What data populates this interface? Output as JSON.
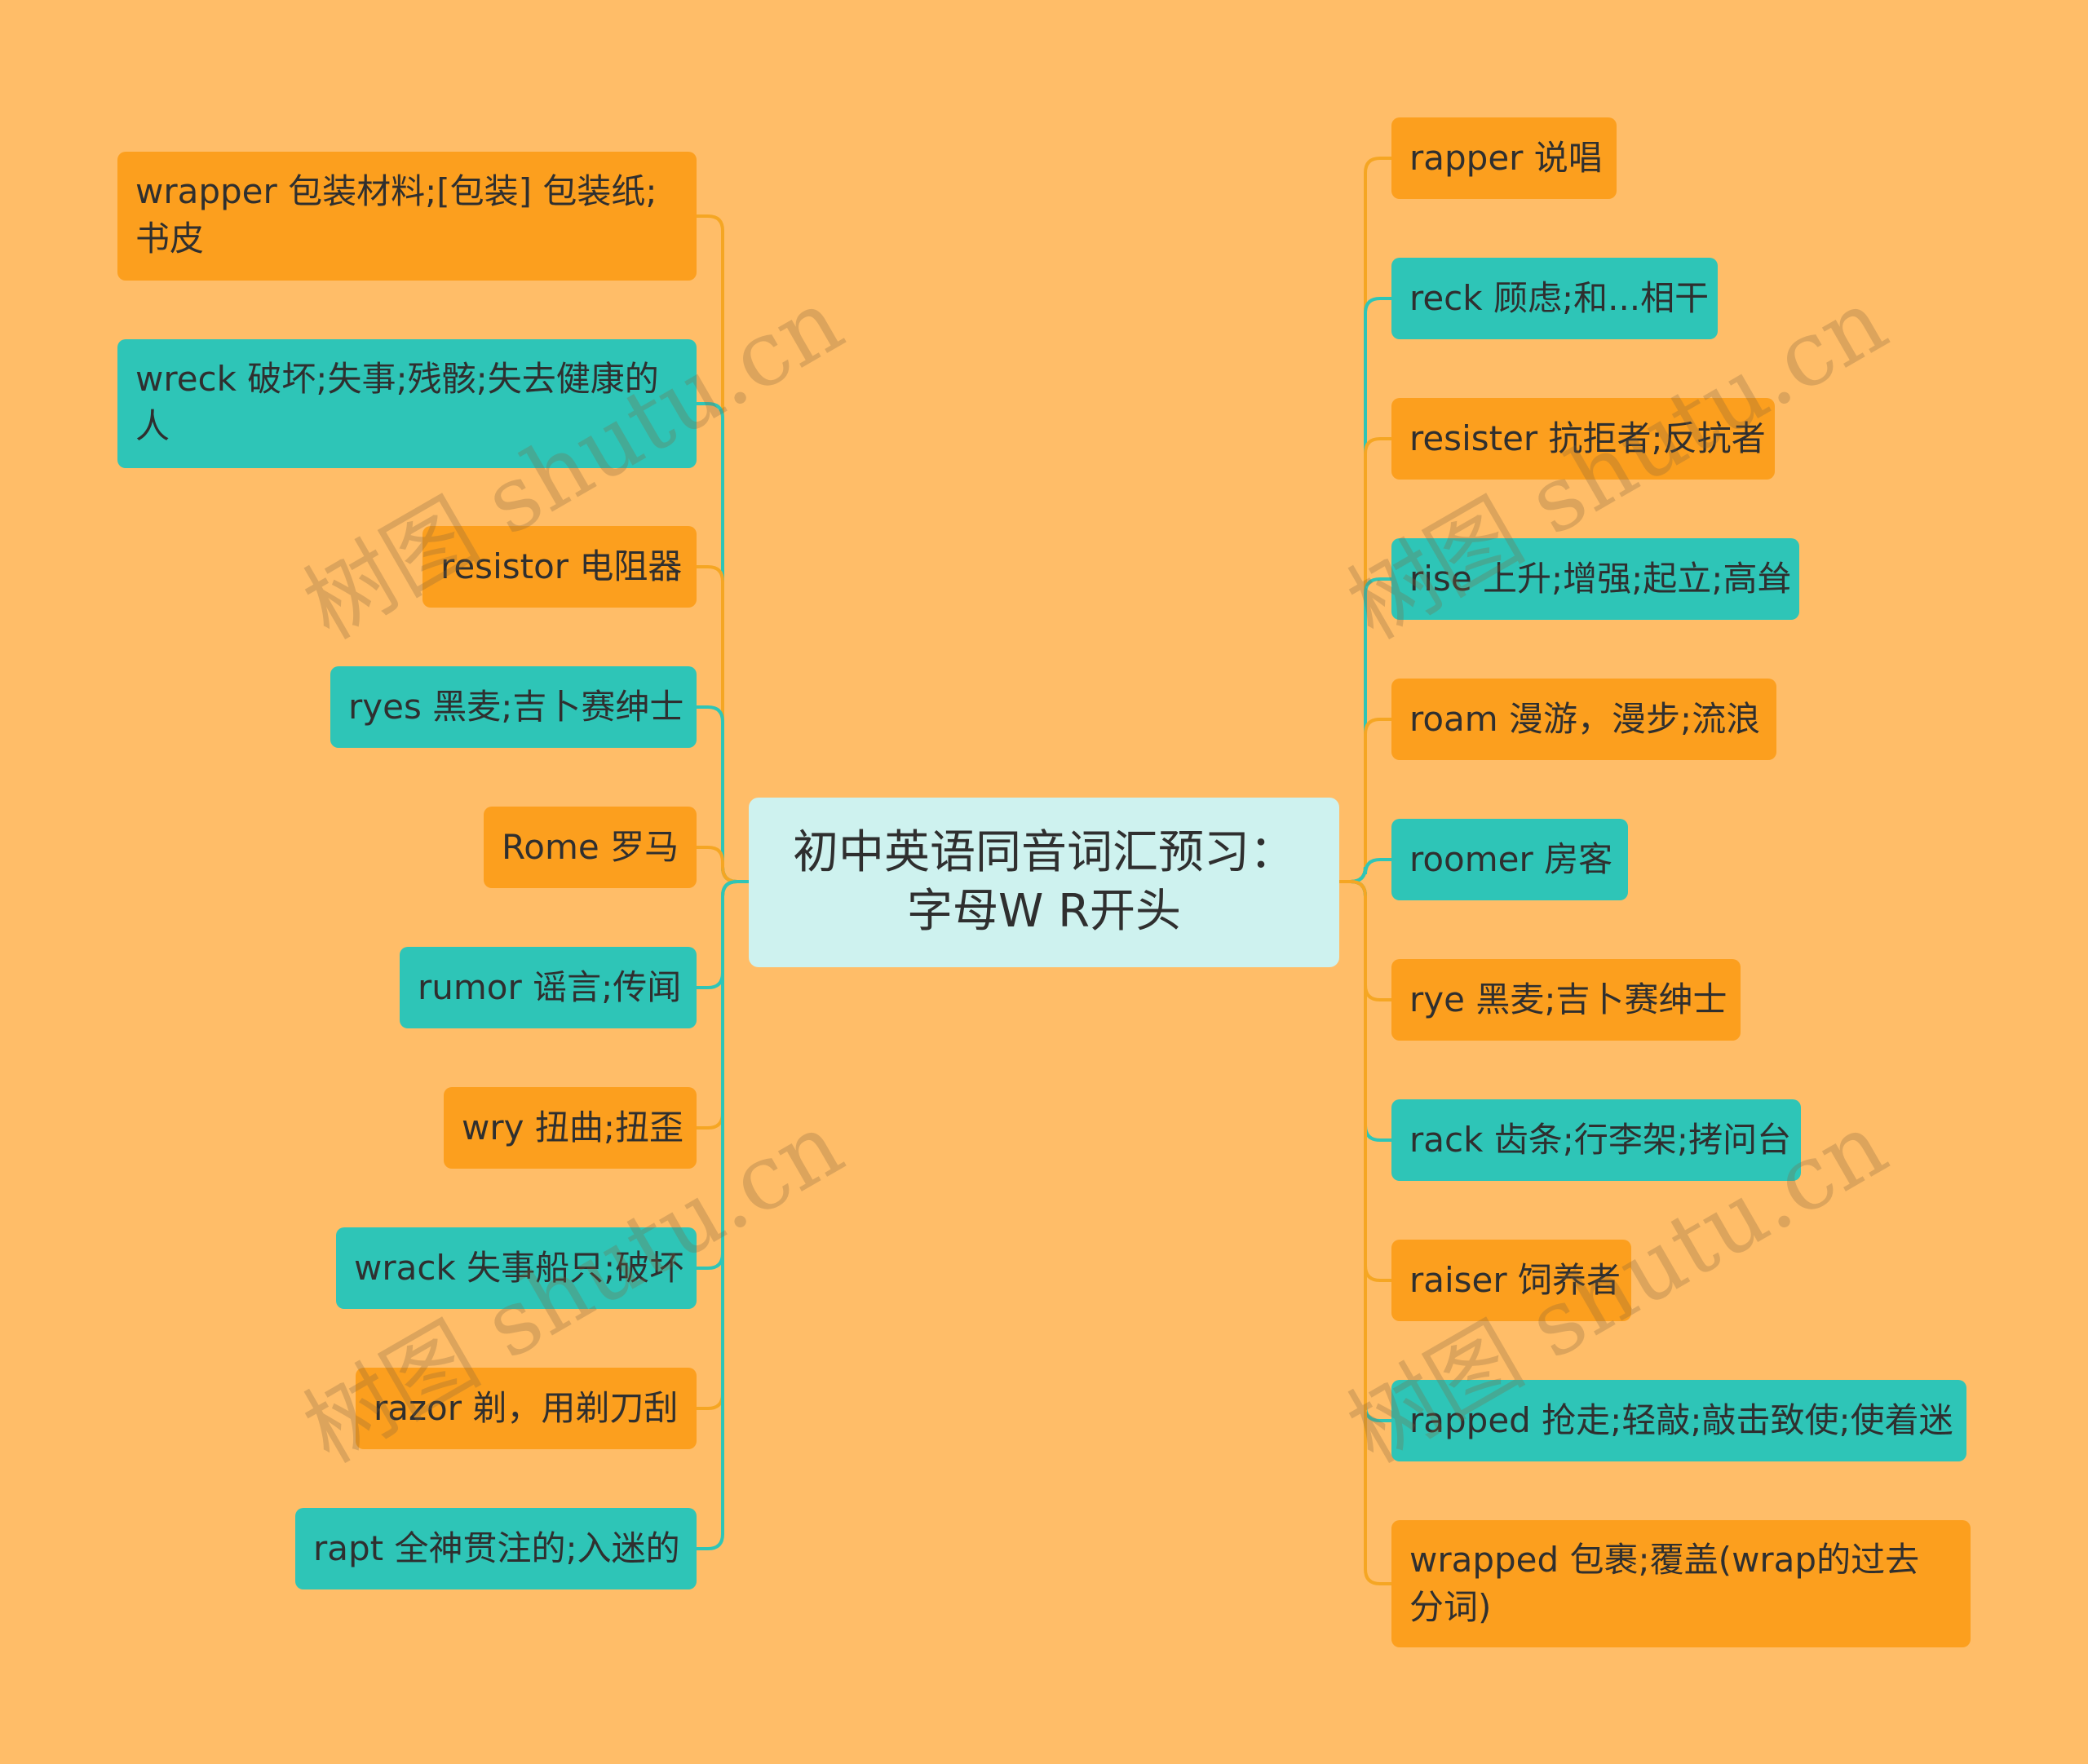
{
  "center_title_line1": "初中英语同音词汇预习：",
  "center_title_line2": "字母W R开头",
  "left_nodes": [
    {
      "text": "wrapper 包装材料;[包装] 包装纸;书皮",
      "color": "orange"
    },
    {
      "text": "wreck 破坏;失事;残骸;失去健康的人",
      "color": "teal"
    },
    {
      "text": "resistor 电阻器",
      "color": "orange"
    },
    {
      "text": "ryes 黑麦;吉卜赛绅士",
      "color": "teal"
    },
    {
      "text": "Rome 罗马",
      "color": "orange"
    },
    {
      "text": "rumor 谣言;传闻",
      "color": "teal"
    },
    {
      "text": "wry 扭曲;扭歪",
      "color": "orange"
    },
    {
      "text": "wrack 失事船只;破坏",
      "color": "teal"
    },
    {
      "text": "razor 剃，用剃刀刮",
      "color": "orange"
    },
    {
      "text": "rapt 全神贯注的;入迷的",
      "color": "teal"
    }
  ],
  "right_nodes": [
    {
      "text": "rapper 说唱",
      "color": "orange"
    },
    {
      "text": "reck 顾虑;和...相干",
      "color": "teal"
    },
    {
      "text": "resister 抗拒者;反抗者",
      "color": "orange"
    },
    {
      "text": "rise 上升;增强;起立;高耸",
      "color": "teal"
    },
    {
      "text": "roam 漫游，漫步;流浪",
      "color": "orange"
    },
    {
      "text": "roomer 房客",
      "color": "teal"
    },
    {
      "text": "rye 黑麦;吉卜赛绅士",
      "color": "orange"
    },
    {
      "text": "rack 齿条;行李架;拷问台",
      "color": "teal"
    },
    {
      "text": "raiser 饲养者",
      "color": "orange"
    },
    {
      "text": "rapped 抢走;轻敲;敲击致使;使着迷",
      "color": "teal"
    },
    {
      "text": "wrapped 包裹;覆盖(wrap的过去分词)",
      "color": "orange"
    }
  ],
  "watermark_text": "树图 shutu.cn",
  "colors": {
    "background": "#FFBD68",
    "orange": "#FC9F1E",
    "teal": "#2EC5B7",
    "center": "#CEF2EF",
    "line_orange": "#F5A623",
    "line_teal": "#2EC5B7"
  }
}
